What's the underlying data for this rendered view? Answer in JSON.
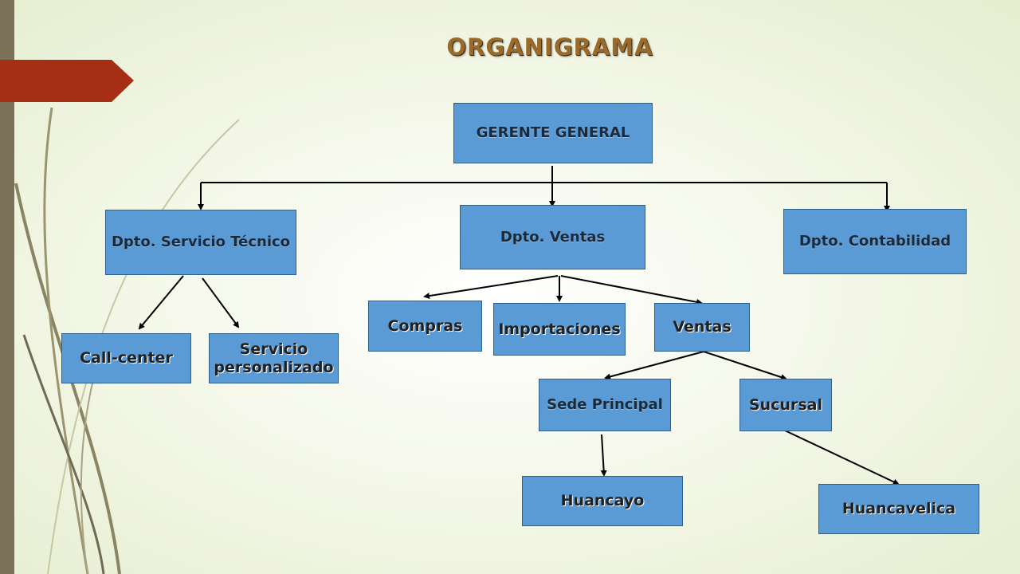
{
  "title": "ORGANIGRAMA",
  "colors": {
    "box_fill": "#5b9bd5",
    "box_border": "#2e5f8f",
    "accent_tab": "#a52e14",
    "left_bar": "#7a7158"
  },
  "nodes": {
    "gerente": "GERENTE GENERAL",
    "servicio_tecnico": "Dpto. Servicio Técnico",
    "ventas_dpto": "Dpto. Ventas",
    "contabilidad": "Dpto. Contabilidad",
    "call_center": "Call-center",
    "servicio_personalizado": "Servicio personalizado",
    "compras": "Compras",
    "importaciones": "Importaciones",
    "ventas": "Ventas",
    "sede_principal": "Sede Principal",
    "sucursal": "Sucursal",
    "huancayo": "Huancayo",
    "huancavelica": "Huancavelica"
  }
}
